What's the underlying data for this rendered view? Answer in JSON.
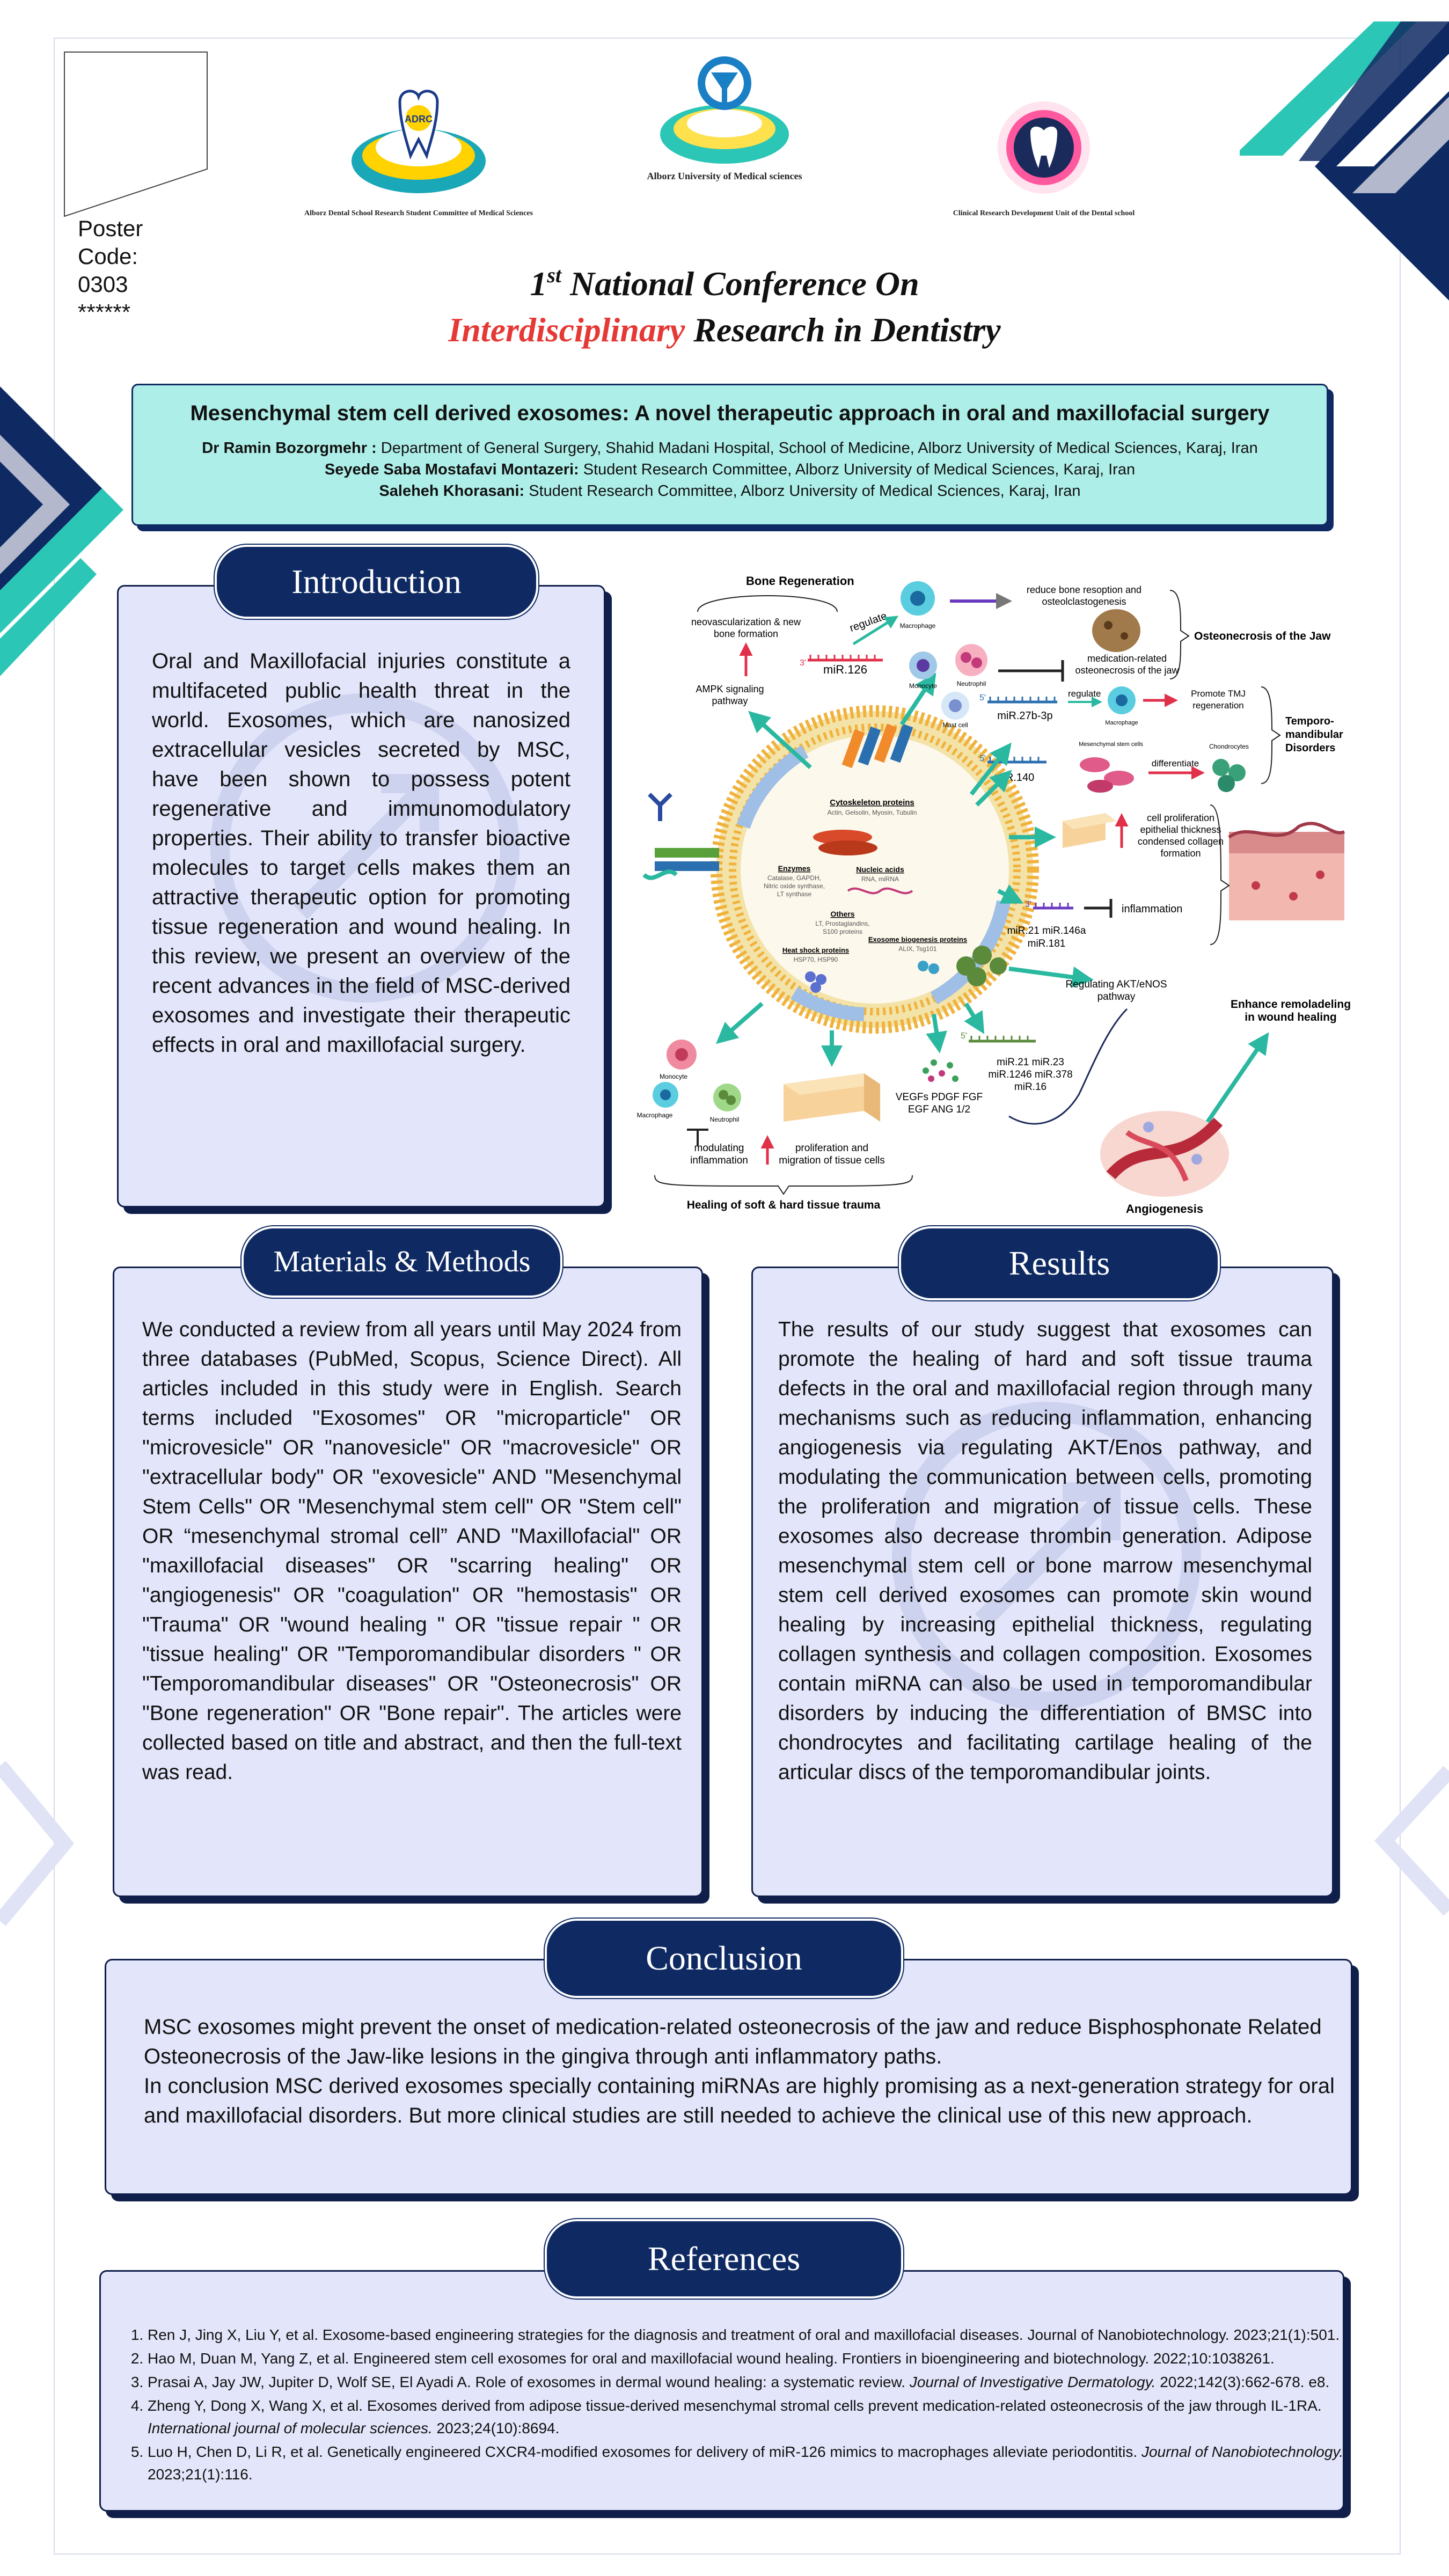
{
  "poster_code": {
    "line1": "Poster",
    "line2": "Code:",
    "line3": "0303",
    "line4": "******"
  },
  "logos": {
    "left": {
      "text": "ADRC",
      "caption": "Alborz Dental School Research Student Committee of Medical Sciences"
    },
    "center": {
      "caption": "Alborz University of Medical sciences"
    },
    "right": {
      "caption": "Clinical Research Development Unit of the Dental school"
    }
  },
  "conference": {
    "line1_num": "1",
    "line1_sup": "st",
    "line1_rest": " National Conference On",
    "line2_accent": "Interdisciplinary",
    "line2_rest": " Research in Dentistry"
  },
  "title_banner": {
    "title": "Mesenchymal stem cell derived exosomes: A novel therapeutic approach in oral and maxillofacial surgery",
    "authors": [
      {
        "name": "Dr Ramin Bozorgmehr :",
        "affiliation": " Department of General Surgery, Shahid Madani Hospital, School of Medicine, Alborz University of Medical Sciences, Karaj, Iran"
      },
      {
        "name": "Seyede Saba Mostafavi Montazeri:",
        "affiliation": " Student Research Committee, Alborz University of Medical Sciences, Karaj, Iran"
      },
      {
        "name": "Saleheh Khorasani:",
        "affiliation": " Student Research Committee, Alborz University of Medical Sciences, Karaj, Iran"
      }
    ]
  },
  "introduction": {
    "heading": "Introduction",
    "text": "Oral and Maxillofacial injuries constitute a multifaceted public health threat in the world. Exosomes, which are nanosized extracellular vesicles secreted by MSC, have been shown to possess potent regenerative and immunomodulatory properties. Their ability to transfer bioactive molecules to target cells makes them an attractive therapeutic option for promoting tissue regeneration and wound healing. In this review, we present an overview of the recent advances in the field of MSC-derived exosomes and investigate their therapeutic effects in oral and maxillofacial surgery."
  },
  "diagram": {
    "bone_regeneration": "Bone Regeneration",
    "neovascularization": "neovascularization & new",
    "bone_formation": "bone formation",
    "ampk": "AMPK signaling",
    "pathway": "pathway",
    "regulate": "regulate",
    "macrophage": "Macrophage",
    "monocyte": "Monocyte",
    "neutrophil": "Neutrophil",
    "mast_cell": "Mast cell",
    "mir126": "miR.126",
    "reduce_bone1": "reduce bone resoption and",
    "reduce_bone2": "osteolclastogenesis",
    "medication1": "medication-related",
    "medication2": "osteonecrosis of the jaw",
    "osteonecrosis": "Osteonecrosis of the Jaw",
    "mir27": "miR.27b-3p",
    "promote_tmj1": "Promote TMJ",
    "promote_tmj2": "regeneration",
    "tmd1": "Temporo-",
    "tmd2": "mandibular",
    "tmd3": "Disorders",
    "mir140": "miR.140",
    "msc": "Mesenchymal stem cells",
    "differentiate": "differentiate",
    "chondrocytes": "Chondrocytes",
    "cell_prolif1": "cell proliferation",
    "cell_prolif2": "epithelial thickness",
    "cell_prolif3": "condensed collagen",
    "cell_prolif4": "formation",
    "inflammation": "inflammation",
    "mir21_146a": "miR.21 miR.146a",
    "mir181": "miR.181",
    "akt1": "Regulating AKT/eNOS",
    "akt2": "pathway",
    "enhance1": "Enhance remoladeling",
    "enhance2": "in wound healing",
    "mirs_a": "miR.21 miR.23",
    "mirs_b": "miR.1246 miR.378",
    "mirs_c": "miR.16",
    "vegf1": "VEGFs  PDGF  FGF",
    "vegf2": "EGF  ANG 1/2",
    "angiogenesis": "Angiogenesis",
    "modulating1": "modulating",
    "modulating2": "inflammation",
    "prolif1": "proliferation and",
    "prolif2": "migration of tissue cells",
    "healing": "Healing of soft & hard tissue trauma",
    "cyto_title": "Cytoskeleton proteins",
    "cyto_body": "Actin, Gelsolin, Myosin, Tubulin",
    "enz_title": "Enzymes",
    "enz_body1": "Catalase, GAPDH,",
    "enz_body2": "Nitric oxide synthase,",
    "enz_body3": "LT synthase",
    "nuc_title": "Nucleic acids",
    "nuc_body": "RNA, miRNA",
    "others_title": "Others",
    "others_body1": "LT, Prostaglandins,",
    "others_body2": "S100 proteins",
    "bio_title": "Exosome biogenesis proteins",
    "bio_body": "ALIX, Tsg101",
    "heat_title": "Heat shock proteins",
    "heat_body": "HSP70, HSP90",
    "five_prime": "5'",
    "three_prime": "3'"
  },
  "materials_methods": {
    "heading": "Materials & Methods",
    "text": "We conducted a review from all years until May 2024 from three databases (PubMed, Scopus, Science Direct). All articles included in this study were in English. Search terms included \"Exosomes\" OR \"microparticle\" OR \"microvesicle\" OR \"nanovesicle\" OR \"macrovesicle\" OR \"extracellular body\" OR \"exovesicle\" AND \"Mesenchymal Stem Cells\" OR \"Mesenchymal stem cell\" OR \"Stem cell\" OR “mesenchymal stromal cell” AND \"Maxillofacial\" OR \"maxillofacial diseases\" OR \"scarring healing\" OR \"angiogenesis\" OR \"coagulation\" OR \"hemostasis\" OR \"Trauma\" OR \"wound healing \" OR \"tissue repair \" OR \"tissue healing\" OR \"Temporomandibular disorders \" OR \"Temporomandibular diseases\" OR \"Osteonecrosis\" OR \"Bone regeneration\" OR \"Bone repair\". The articles were collected based on title and abstract, and then the full-text was read."
  },
  "results": {
    "heading": "Results",
    "text": "The results of our study suggest that exosomes can promote the healing of hard and soft tissue trauma defects in the oral and maxillofacial region through many mechanisms such as reducing inflammation, enhancing angiogenesis via regulating AKT/Enos pathway, and modulating the communication between cells, promoting the proliferation and migration of tissue cells. These exosomes also decrease thrombin generation. Adipose mesenchymal stem cell or bone marrow mesenchymal stem cell derived exosomes can promote skin wound healing by increasing epithelial thickness, regulating collagen synthesis and collagen composition. Exosomes contain miRNA can also be used in temporomandibular disorders by inducing the differentiation of BMSC into chondrocytes and facilitating cartilage healing of the articular discs of the temporomandibular joints."
  },
  "conclusion": {
    "heading": "Conclusion",
    "para1": "MSC exosomes might prevent the onset of medication-related osteonecrosis of the jaw and reduce Bisphosphonate Related Osteonecrosis of the Jaw-like lesions in the gingiva through anti inflammatory paths.",
    "para2": "In conclusion MSC derived exosomes specially containing miRNAs are highly promising as a next-generation strategy for oral and maxillofacial disorders. But more clinical studies are still needed to achieve the clinical use of this new approach."
  },
  "references": {
    "heading": "References",
    "items": [
      {
        "text": "Ren J, Jing X, Liu Y, et al. Exosome-based engineering strategies for the diagnosis and treatment of oral and maxillofacial diseases. Journal of Nanobiotechnology. 2023;21(1):501.",
        "journal": "",
        "rest": ""
      },
      {
        "text": "Hao M, Duan M, Yang Z, et al. Engineered stem cell exosomes for oral and maxillofacial wound healing. Frontiers in bioengineering and biotechnology. 2022;10:1038261.",
        "journal": "",
        "rest": ""
      },
      {
        "text": "Prasai A, Jay JW, Jupiter D, Wolf SE, El Ayadi A. Role of exosomes in dermal wound healing: a systematic review. ",
        "journal": "Journal of Investigative Dermatology.",
        "rest": " 2022;142(3):662-678. e8."
      },
      {
        "text": "Zheng Y, Dong X, Wang X, et al. Exosomes derived from adipose tissue-derived mesenchymal stromal cells prevent medication-related osteonecrosis of the jaw through IL-1RA. ",
        "journal": "International journal of molecular sciences.",
        "rest": " 2023;24(10):8694."
      },
      {
        "text": "Luo H, Chen D, Li R, et al. Genetically engineered CXCR4-modified exosomes for delivery of miR-126 mimics to macrophages alleviate periodontitis. ",
        "journal": "Journal of Nanobiotechnology.",
        "rest": " 2023;21(1):116."
      }
    ]
  },
  "colors": {
    "navy": "#0f2a63",
    "teal": "#2bc6b6",
    "banner": "#aeeee8",
    "panel": "#e3e5fa",
    "accent_red": "#e53935"
  }
}
